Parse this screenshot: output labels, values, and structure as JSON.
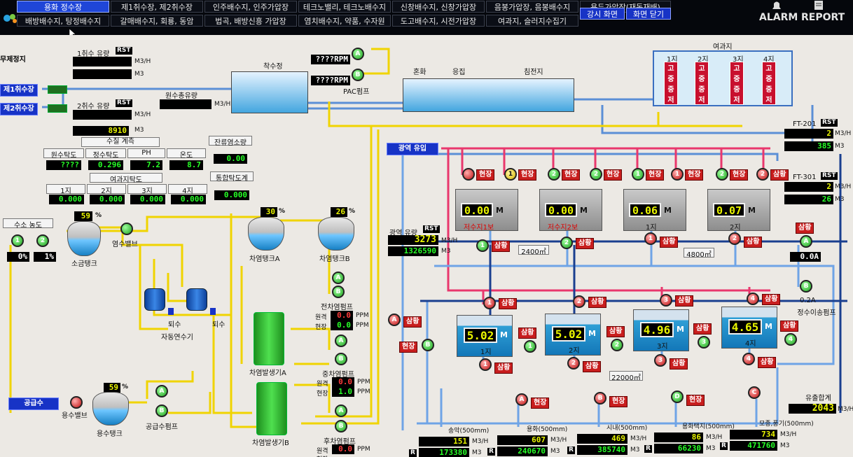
{
  "topbar": {
    "menu": [
      {
        "label": "용화 정수장",
        "active": true
      },
      {
        "label": "제1취수장, 제2취수장"
      },
      {
        "label": "인주배수지, 인주가압장"
      },
      {
        "label": "테크노밸리, 테크노배수지"
      },
      {
        "label": "신창배수지, 신창가압장"
      },
      {
        "label": "음봉가압장, 음봉배수지"
      },
      {
        "label": "용두가압장(재독재배)"
      },
      {
        "label": "배방배수지, 탕정배수지"
      },
      {
        "label": "갈매배수지, 회룡, 동암"
      },
      {
        "label": "법곡, 배방신흥 가압장"
      },
      {
        "label": "염치배수지, 약품, 수자원"
      },
      {
        "label": "도고배수지, 시전가압장"
      },
      {
        "label": "여과지, 슬러지수집기"
      },
      {
        "label": "강시 화면"
      },
      {
        "label": "화면 닫기"
      }
    ],
    "alarm": "ALARM",
    "report": "REPORT"
  },
  "left": {
    "stop_label": "무제정지",
    "intake1": "제1취수장",
    "intake2": "제2취수장",
    "flow1_label": "1취수 유량",
    "flow2_label": "2취수 유량",
    "rst": "RST",
    "flow1_rate": "",
    "flow1_total": "",
    "flow2_rate": "",
    "flow2_total": "8910",
    "unit_m3h": "M3/H",
    "unit_m3": "M3",
    "raw_total_label": "원수총유량",
    "raw_total_value": "",
    "quality_label": "수질 계측",
    "q_headers": [
      "원수탁도",
      "정수탁도",
      "PH",
      "온도"
    ],
    "q_values": [
      "????",
      "0.296",
      "7.2",
      "8.7"
    ],
    "chlorine_label": "잔류염소량",
    "chlorine_value": "0.00",
    "filter_turb_label": "여과지탁도",
    "filter_headers": [
      "1지",
      "2지",
      "3지",
      "4지"
    ],
    "filter_values": [
      "0.000",
      "0.000",
      "0.000",
      "0.000"
    ],
    "total_turb_label": "통합탁도계",
    "total_turb_value": "0.000",
    "h2_label": "수소 농도",
    "h2_values": [
      "0%",
      "1%"
    ],
    "salt_tank": "소금탱크",
    "salt_pct": "59",
    "brine_valve": "염수밸브",
    "naocl_a": "차염탱크A",
    "naocl_a_pct": "30",
    "naocl_b": "차염탱크B",
    "naocl_b_pct": "26",
    "softener": "자동연수기",
    "drain1": "퇴수",
    "drain2": "퇴수",
    "gen_a": "차염발생기A",
    "gen_b": "차염발생기B",
    "supply_btn": "공급수",
    "supply_valve": "용수밸브",
    "supply_tank": "용수탱크",
    "supply_pct": "59",
    "supply_pump": "공급수펌프",
    "pre_pump": "전차염펌프",
    "post_pump": "후차염펌프",
    "mid_pump": "중차염펌프",
    "remote": "원격",
    "local": "현장",
    "ppm": "PPM",
    "pre_remote": "0.0",
    "pre_local": "0.0",
    "mid_remote": "0.0",
    "mid_local": "1.0",
    "post_remote": "0.0",
    "post_local": "",
    "pct": "%"
  },
  "process": {
    "intake_well": "착수정",
    "pac_rpm1": "????RPM",
    "pac_rpm2": "????RPM",
    "pac_pump": "PAC펌프",
    "mix": "혼화",
    "floc": "응집",
    "settle": "침전지",
    "filter_title": "여과지",
    "filter_cells": [
      "1지",
      "2지",
      "3지",
      "4지"
    ],
    "filter_cell_text": "고중중저"
  },
  "right": {
    "wide_btn": "광역 유입",
    "ft201": "FT-201",
    "ft201_rate": "2",
    "ft201_total": "385",
    "ft301": "FT-301",
    "ft301_rate": "2",
    "ft301_total": "26",
    "wide_flow_label": "광역 유량",
    "wide_flow_rate": "3273",
    "wide_flow_total": "1326590",
    "field": "현장",
    "interlock": "삼황",
    "upper_basins": [
      {
        "level": "0.00",
        "name": "저수지1보"
      },
      {
        "level": "0.00",
        "name": "저수지2보"
      },
      {
        "level": "0.06",
        "name": "1지"
      },
      {
        "level": "0.07",
        "name": "2지"
      }
    ],
    "unit_m": "M",
    "area1": "2400㎡",
    "area2": "4800㎡",
    "area3": "22000㎡",
    "clear_basins": [
      {
        "level": "5.02",
        "name": "1지"
      },
      {
        "level": "5.02",
        "name": "2지"
      },
      {
        "level": "4.96",
        "name": "3지"
      },
      {
        "level": "4.65",
        "name": "4지"
      }
    ],
    "transfer_a": "0.0A",
    "transfer_b": "0.2A",
    "transfer_pump": "정수이송펌프",
    "total_flow_label": "유출합계",
    "total_flow": "2043",
    "outlets": [
      {
        "name": "송악(500mm)",
        "rate": "151",
        "total": "173380"
      },
      {
        "name": "용화(500mm)",
        "rate": "607",
        "total": "240670"
      },
      {
        "name": "시내(500mm)",
        "rate": "469",
        "total": "385740"
      },
      {
        "name": "용화택지(500mm)",
        "rate": "86",
        "total": "66230"
      },
      {
        "name": "모종,풍기(500mm)",
        "rate": "734",
        "total": "471760"
      }
    ],
    "r": "R"
  },
  "colors": {
    "pipe_yellow": "#f0d400",
    "pipe_blue": "#5b8fd6",
    "pipe_pink": "#e9376d",
    "pipe_dark": "#1a3f8f"
  }
}
